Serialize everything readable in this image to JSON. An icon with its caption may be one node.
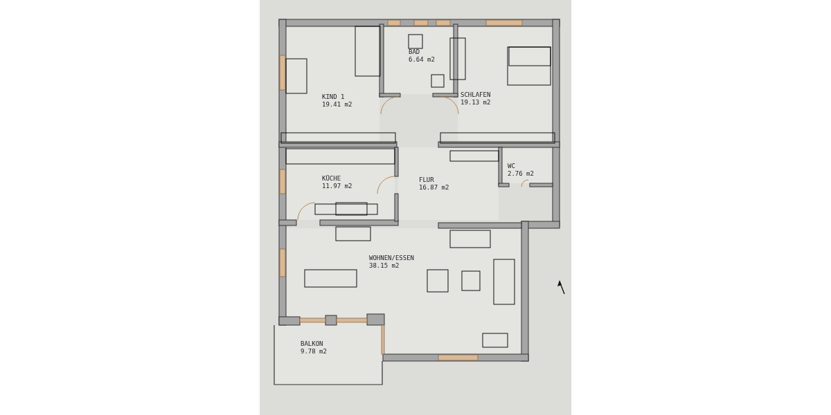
{
  "diagram": {
    "nodes": [
      {
        "text": [
          "BAD",
          "6.64 m2"
        ]
      },
      {
        "text": [
          "KIND 1",
          "19.41 m2"
        ]
      },
      {
        "text": [
          "SCHLAFEN",
          "19.13 m2"
        ]
      },
      {
        "text": [
          "WC",
          "2.76 m2"
        ]
      },
      {
        "text": [
          "KÜCHE",
          "11.97 m2"
        ]
      },
      {
        "text": [
          "FLUR",
          "16.87 m2"
        ]
      },
      {
        "text": [
          "WOHNEN/ESSEN",
          "38.15 m2"
        ]
      },
      {
        "text": [
          "BALKON",
          "9.78 m2"
        ]
      }
    ],
    "edges": []
  }
}
